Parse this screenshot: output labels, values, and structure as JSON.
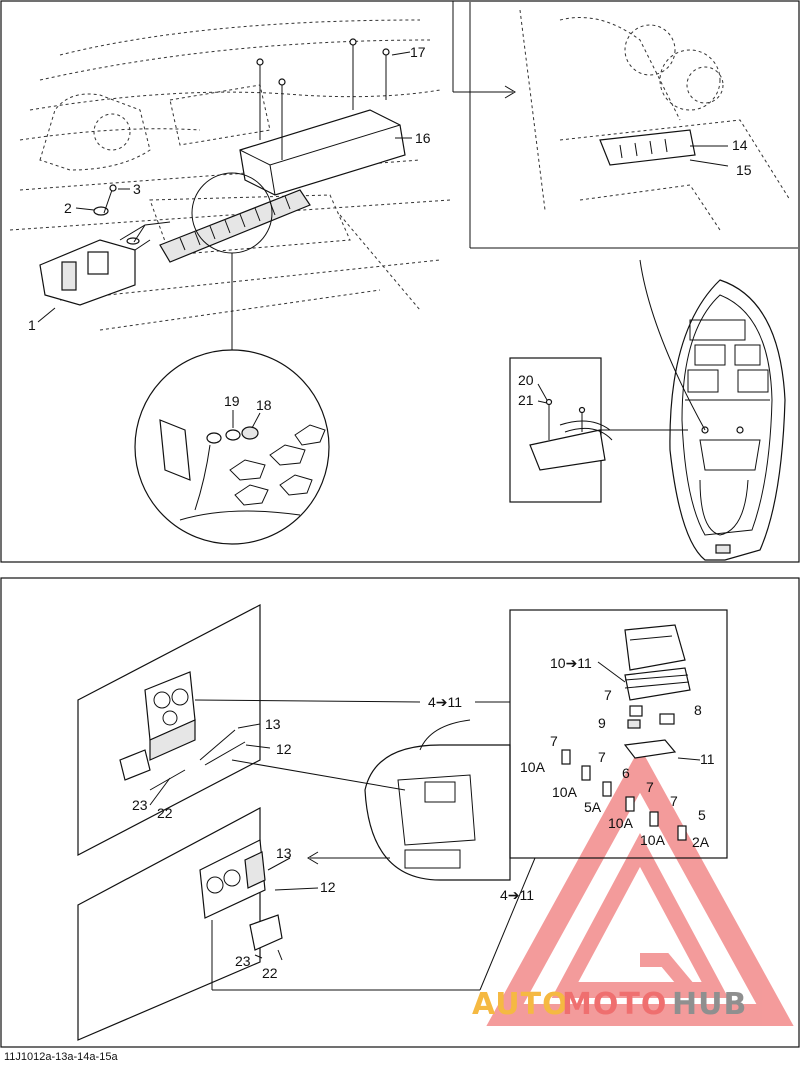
{
  "callouts": {
    "c1": "1",
    "c2": "2",
    "c3": "3",
    "c16": "16",
    "c17": "17",
    "c14": "14",
    "c15": "15",
    "c18": "18",
    "c19": "19",
    "c20": "20",
    "c21": "21",
    "c4_11_a": "4➔11",
    "c4_11_b": "4➔11",
    "c10_11": "10➔11",
    "c7a": "7",
    "c8": "8",
    "c9": "9",
    "c11": "11",
    "c7b": "7",
    "c7c": "7",
    "c6": "6",
    "c7d": "7",
    "c7e": "7",
    "c5": "5",
    "c13a": "13",
    "c12a": "12",
    "c23a": "23",
    "c22a": "22",
    "c13b": "13",
    "c12b": "12",
    "c23b": "23",
    "c22b": "22"
  },
  "fuses": {
    "f10a_1": "10A",
    "f10a_2": "10A",
    "f5a": "5A",
    "f10a_3": "10A",
    "f10a_4": "10A",
    "f2a": "2A"
  },
  "reference": "11J1012a-13a-14a-15a",
  "watermark": {
    "auto": "AUTO",
    "moto": "MOTO",
    "hub": "HUB",
    "colors": {
      "auto": "#f5b942",
      "moto": "#ef6f6f",
      "hub": "#8f8f8f",
      "triangle": "#f28a8a"
    }
  }
}
